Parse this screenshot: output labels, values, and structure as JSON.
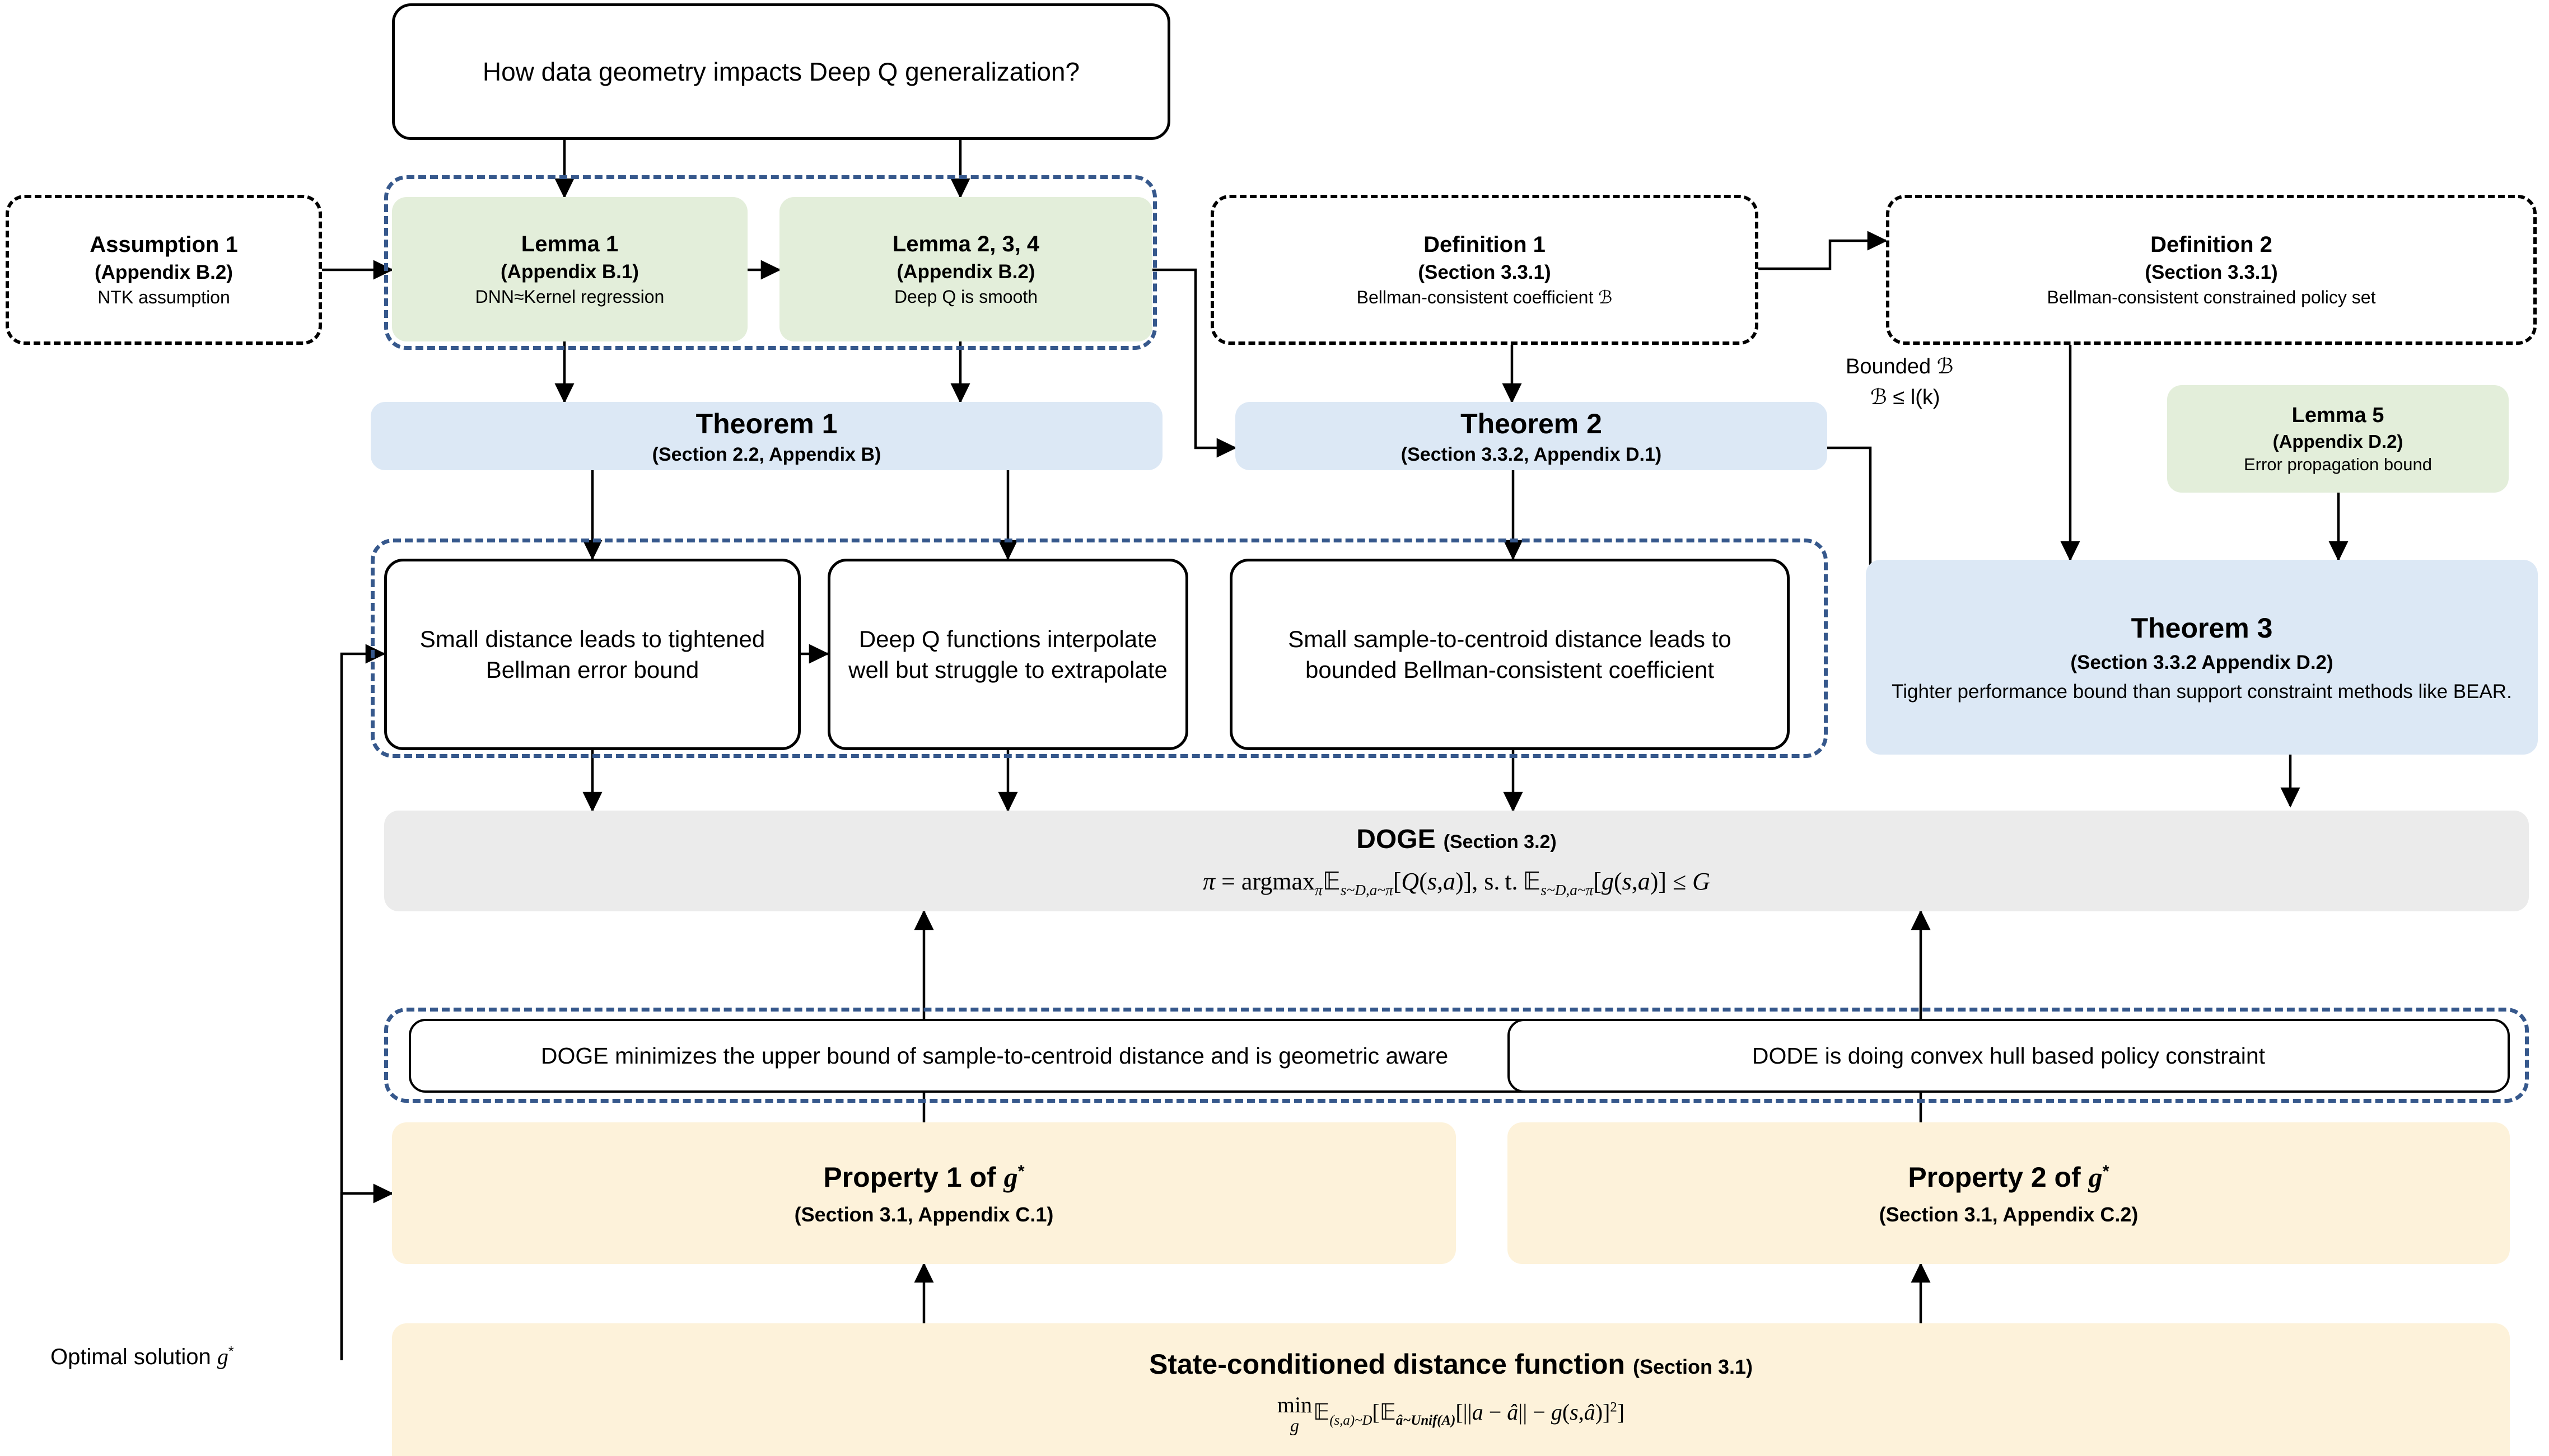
{
  "theme": {
    "green": "#e3eeda",
    "blue": "#dce8f5",
    "grey": "#ebebeb",
    "yellow": "#fdf2da",
    "group_border": "#36588c",
    "stroke": "#000000",
    "background": "#ffffff"
  },
  "nodes": {
    "root_question": {
      "text": "How data geometry impacts Deep Q generalization?"
    },
    "assumption1": {
      "title": "Assumption 1",
      "ref": "(Appendix B.2)",
      "desc": "NTK assumption"
    },
    "lemma1": {
      "title": "Lemma 1",
      "ref": "(Appendix B.1)",
      "desc": "DNN≈Kernel regression"
    },
    "lemma234": {
      "title": "Lemma 2, 3, 4",
      "ref": "(Appendix B.2)",
      "desc": "Deep Q is smooth"
    },
    "definition1": {
      "title": "Definition 1",
      "ref": "(Section 3.3.1)",
      "desc": "Bellman-consistent coefficient ℬ"
    },
    "definition2": {
      "title": "Definition 2",
      "ref": "(Section 3.3.1)",
      "desc": "Bellman-consistent constrained policy set"
    },
    "lemma5": {
      "title": "Lemma 5",
      "ref": "(Appendix D.2)",
      "desc": "Error propagation bound"
    },
    "theorem1": {
      "title": "Theorem 1",
      "ref": "(Section 2.2, Appendix B)"
    },
    "theorem2": {
      "title": "Theorem 2",
      "ref": "(Section 3.3.2, Appendix D.1)"
    },
    "theorem3": {
      "title": "Theorem 3",
      "ref": "(Section 3.3.2 Appendix D.2)",
      "desc": "Tighter performance bound than support constraint methods like BEAR."
    },
    "insight1": {
      "text": "Small distance leads to tightened Bellman error bound"
    },
    "insight2": {
      "text": "Deep Q functions interpolate well but struggle to extrapolate"
    },
    "insight3": {
      "text": "Small sample-to-centroid distance leads to bounded Bellman-consistent coefficient"
    },
    "doge": {
      "title": "DOGE",
      "ref": "(Section 3.2)",
      "formula": "π = argmax_π 𝔼_{s~D,a~π}[Q(s,a)], s.t. 𝔼_{s~D,a~π}[g(s,a)] ≤ G"
    },
    "doge_claim1": {
      "text": "DOGE minimizes the upper bound of sample-to-centroid distance and is geometric aware"
    },
    "doge_claim2": {
      "text": "DODE is doing convex hull based policy constraint"
    },
    "property1": {
      "title_pre": "Property 1 of ",
      "title_var": "g",
      "title_sup": "*",
      "ref": "(Section 3.1, Appendix C.1)"
    },
    "property2": {
      "title_pre": "Property 2 of ",
      "title_var": "g",
      "title_sup": "*",
      "ref": "(Section 3.1, Appendix C.2)"
    },
    "distance_fn": {
      "title": "State-conditioned distance function",
      "ref": "(Section 3.1)",
      "formula": "min_g 𝔼_{(s,a)~D}[𝔼_{â~Unif(A)}[||a - â|| - g(s,â)]²]"
    }
  },
  "labels": {
    "bounded_b_line1": "Bounded ℬ",
    "bounded_b_line2": "ℬ ≤ l(k)",
    "optimal_solution_pre": "Optimal solution ",
    "optimal_solution_var": "g",
    "optimal_solution_sup": "*"
  },
  "groups": {
    "lemma_group": "lemma-group-dashed-container",
    "insight_group": "insight-group-dashed-container",
    "claims_group": "claims-group-dashed-container"
  }
}
